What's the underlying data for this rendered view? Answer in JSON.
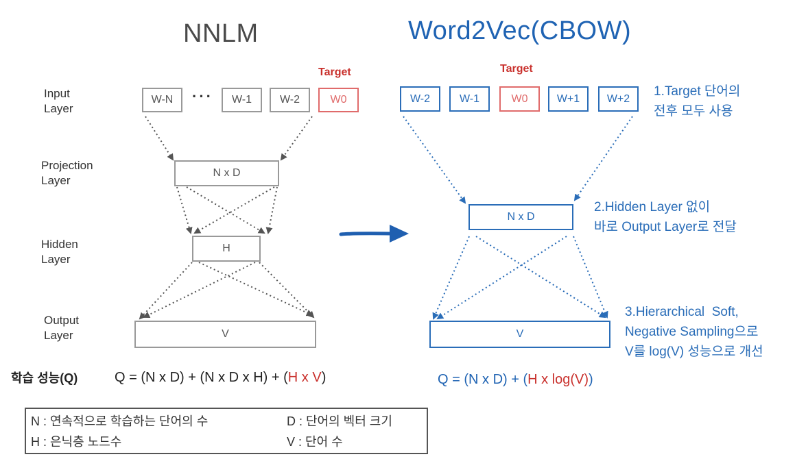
{
  "nnlm": {
    "title": "NNLM",
    "target_label": "Target",
    "input_layer_label": "Input\nLayer",
    "projection_layer_label": "Projection\nLayer",
    "hidden_layer_label": "Hidden\nLayer",
    "output_layer_label": "Output\nLayer",
    "inputs": [
      "W-N",
      "W-1",
      "W-2",
      "W0"
    ],
    "ellipsis": "···",
    "projection": "N x D",
    "hidden": "H",
    "output": "V"
  },
  "w2v": {
    "title": "Word2Vec(CBOW)",
    "target_label": "Target",
    "inputs": [
      "W-2",
      "W-1",
      "W0",
      "W+1",
      "W+2"
    ],
    "projection": "N x D",
    "output": "V",
    "notes": [
      "1.Target 단어의\n전후 모두 사용",
      "2.Hidden Layer 없이\n바로 Output Layer로 전달",
      "3.Hierarchical  Soft,\nNegative Sampling으로\nV를 log(V) 성능으로 개선"
    ]
  },
  "formulas": {
    "label": "학습 성능(Q)",
    "nnlm_prefix": "Q = (N x D) + (N x D x H) + (",
    "nnlm_red": "H x V",
    "nnlm_suffix": ")",
    "w2v_prefix": "Q = (N x D) + (",
    "w2v_red": "H x log(V)",
    "w2v_suffix": ")"
  },
  "legend": {
    "n": "N : 연속적으로 학습하는 단어의 수",
    "d": "D : 단어의 벡터 크기",
    "h": "H : 은닉층 노드수",
    "v": "V : 단어 수"
  },
  "colors": {
    "blue": "#2a6db8",
    "red": "#c9302c",
    "gray": "#999999",
    "arrow_blue": "#1f5fb0"
  }
}
